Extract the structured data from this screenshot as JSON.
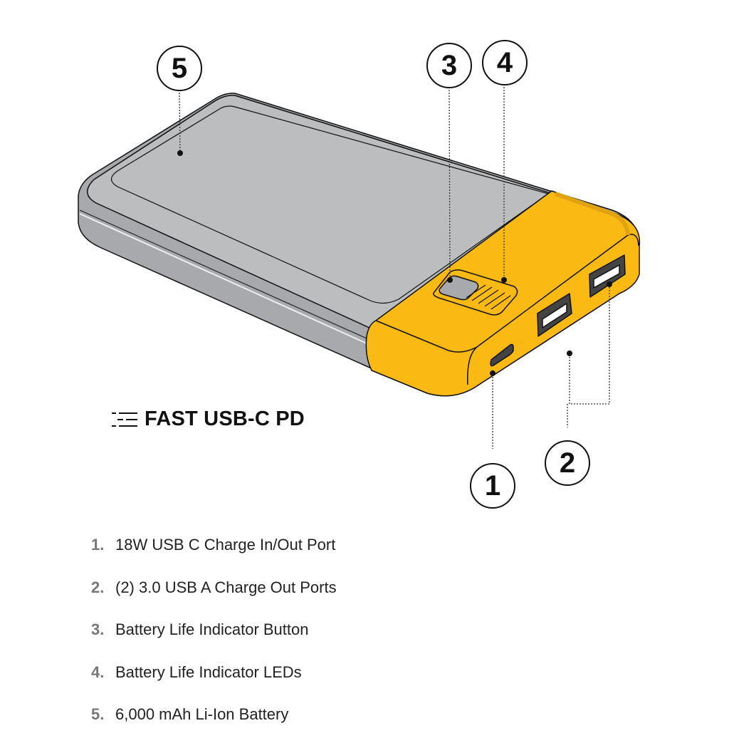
{
  "colors": {
    "accent": "#fbb914",
    "body": "#bcbdbf",
    "body_dark": "#a7a9ac",
    "outline": "#111111"
  },
  "callouts": [
    {
      "number": "5"
    },
    {
      "number": "3"
    },
    {
      "number": "4"
    },
    {
      "number": "2"
    },
    {
      "number": "1"
    }
  ],
  "badge": {
    "label": "FAST USB-C PD",
    "icon": "speed-lines-icon"
  },
  "legend": [
    {
      "number": "1.",
      "text": "18W USB C Charge In/Out Port"
    },
    {
      "number": "2.",
      "text": "(2) 3.0 USB A Charge Out Ports"
    },
    {
      "number": "3.",
      "text": "Battery Life Indicator Button"
    },
    {
      "number": "4.",
      "text": "Battery Life Indicator LEDs"
    },
    {
      "number": "5.",
      "text": "6,000 mAh Li-Ion Battery"
    }
  ]
}
